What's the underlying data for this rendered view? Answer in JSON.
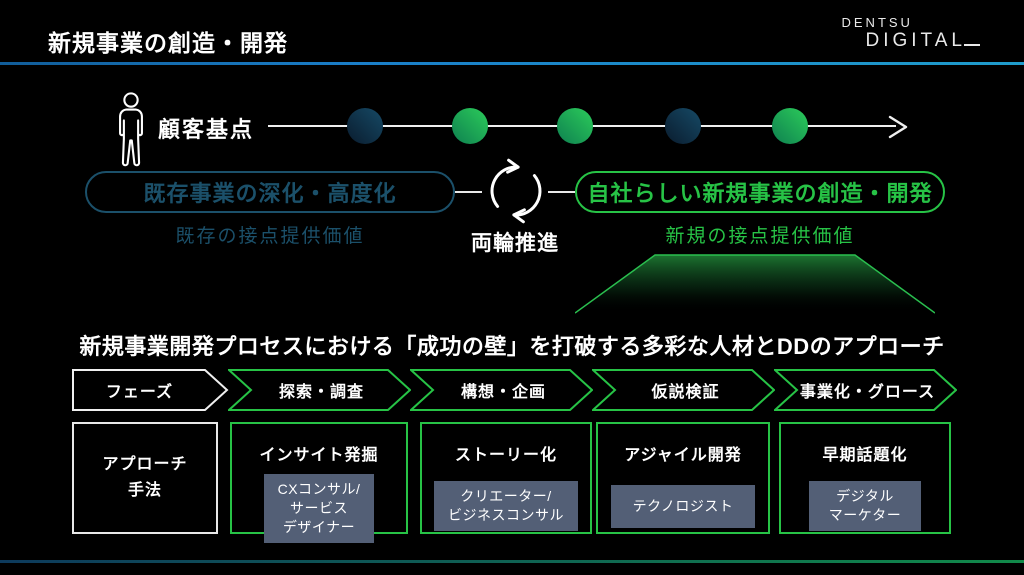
{
  "slide": {
    "title": "新規事業の創造・開発",
    "logo": {
      "line1": "DENTSU",
      "line2": "DIGITAL"
    }
  },
  "journey": {
    "label": "顧客基点",
    "dots": [
      "navy",
      "green",
      "green",
      "navy",
      "green"
    ]
  },
  "dual_track": {
    "left_pill": "既存事業の深化・高度化",
    "left_caption": "既存の接点提供価値",
    "center_label": "両輪推進",
    "right_pill": "自社らしい新規事業の創造・開発",
    "right_caption": "新規の接点提供価値"
  },
  "headline": "新規事業開発プロセスにおける「成功の壁」を打破する多彩な人材とDDのアプローチ",
  "process_table": {
    "phase_header": "フェーズ",
    "approach_header_line1": "アプローチ",
    "approach_header_line2": "手法",
    "columns": [
      {
        "phase": "探索・調査",
        "approach": "インサイト発掘",
        "talent": [
          "CXコンサル/",
          "サービス",
          "デザイナー"
        ]
      },
      {
        "phase": "構想・企画",
        "approach": "ストーリー化",
        "talent": [
          "クリエーター/",
          "ビジネスコンサル"
        ]
      },
      {
        "phase": "仮説検証",
        "approach": "アジャイル開発",
        "talent": [
          "テクノロジスト"
        ]
      },
      {
        "phase": "事業化・グロース",
        "approach": "早期話題化",
        "talent": [
          "デジタル",
          "マーケター"
        ]
      }
    ]
  },
  "colors": {
    "background": "#000000",
    "accent_green": "#27c346",
    "teal": "#1b506a",
    "top_rule_blue": "#1a7ec8",
    "badge_bg": "#535f76",
    "dot_navy_dark": "#0a1c2e",
    "dot_navy_light": "#164a66",
    "dot_green_dark": "#0e8050",
    "dot_green_light": "#2ccc5a",
    "bottom_rule_left": "#0d3a5c",
    "bottom_rule_right": "#118a4a"
  }
}
